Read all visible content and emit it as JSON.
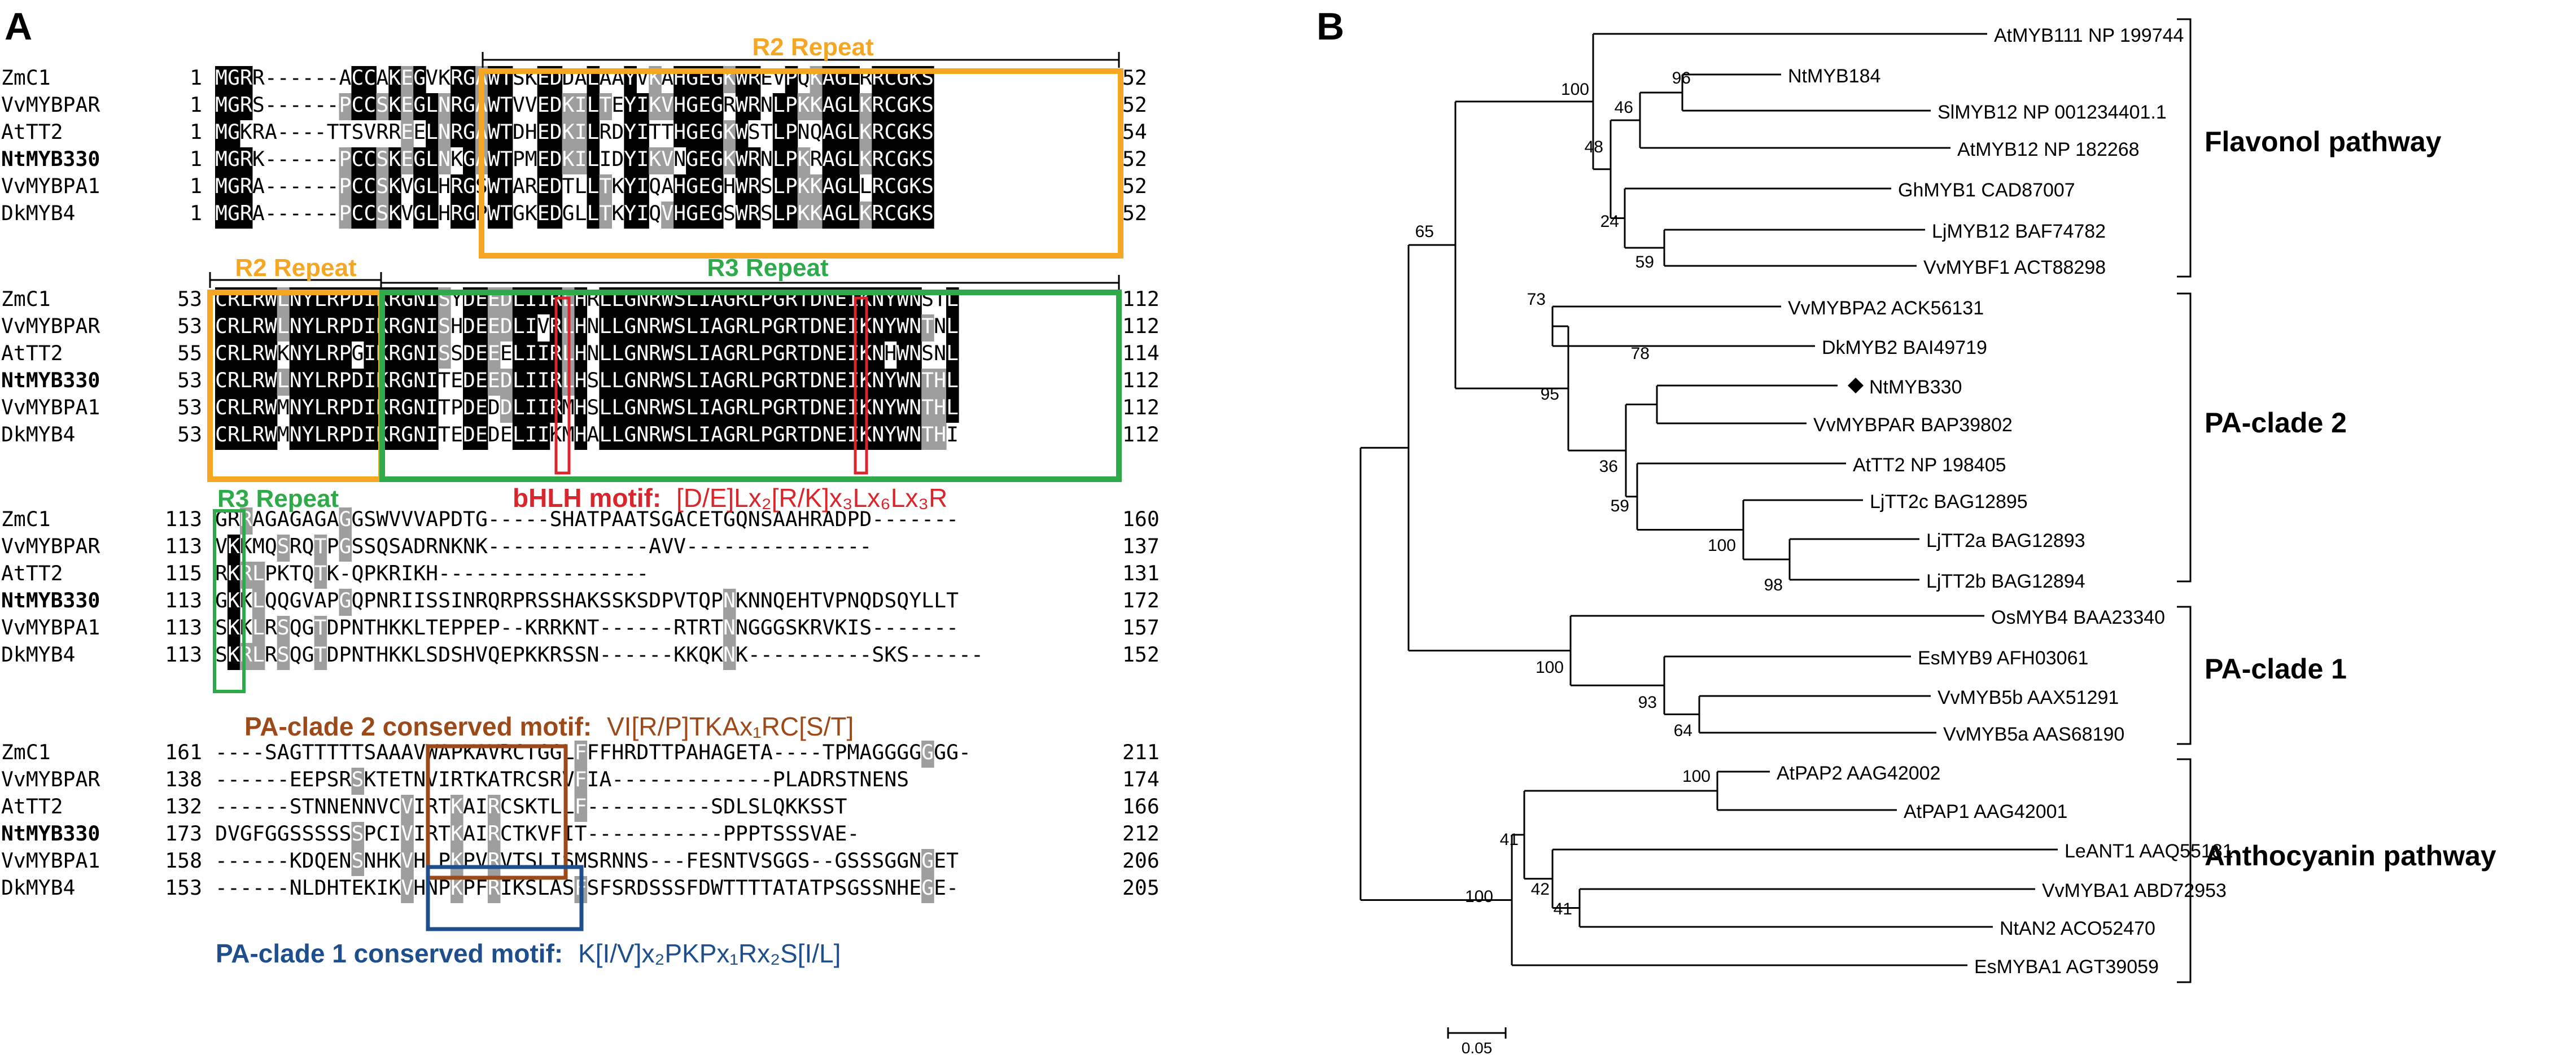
{
  "panelA": {
    "label": "A",
    "blocks": [
      {
        "start": 381,
        "rows": [
          {
            "name": "ZmC1",
            "bold": false,
            "n1": "1",
            "seq": "MGRR------ACCAKEGVKRGAWTSKEDDALAAYVKAHGEGKWREVPQKAGLRRCGKS",
            "n2": "52"
          },
          {
            "name": "VvMYBPAR",
            "bold": false,
            "n1": "1",
            "seq": "MGRS------PCCSKEGLNRGAWTVVEDKILTEYIKVHGEGRWRNLPKKAGLKRCGKS",
            "n2": "52"
          },
          {
            "name": "AtTT2",
            "bold": false,
            "n1": "1",
            "seq": "MGKRA----TTSVRREELNRGAWTDHEDKILRDYITTHGEGKWSTLPNQAGLKRCGKS",
            "n2": "54"
          },
          {
            "name": "NtMYB330",
            "bold": true,
            "n1": "1",
            "seq": "MGRK------PCCSKEGLNKGAWTPMEDKILIDYIKVNGEGKWRNLPKRAGLKRCGKS",
            "n2": "52"
          },
          {
            "name": "VvMYBPA1",
            "bold": false,
            "n1": "1",
            "seq": "MGRA------PCCSKVGLHRGSWTAREDTLLTKYIQAHGEGHWRSLPKKAGLLRCGKS",
            "n2": "52"
          },
          {
            "name": "DkMYB4",
            "bold": false,
            "n1": "1",
            "seq": "MGRA------PCCSKVGLHRGPWTGKEDGLLTKYIQVHGEGSWRSLPKKAGLKRCGKS",
            "n2": "52"
          }
        ]
      },
      {
        "start": 381,
        "rows": [
          {
            "name": "ZmC1",
            "bold": false,
            "n1": "53",
            "seq": "CRLRWLNYLRPDIKRGNISYDEEDLIIRLHRLLGNRWSLIAGRLPGRTDNEIKNYWNSTL",
            "n2": "112"
          },
          {
            "name": "VvMYBPAR",
            "bold": false,
            "n1": "53",
            "seq": "CRLRWLNYLRPDIKRGNISHDEEDLIVRLHNLLGNRWSLIAGRLPGRTDNEIKNYWNTNL",
            "n2": "112"
          },
          {
            "name": "AtTT2",
            "bold": false,
            "n1": "55",
            "seq": "CRLRWKNYLRPGIKRGNISSDEEELIIRLHNLLGNRWSLIAGRLPGRTDNEIKNHWNSNL",
            "n2": "114"
          },
          {
            "name": "NtMYB330",
            "bold": true,
            "n1": "53",
            "seq": "CRLRWLNYLRPDIKRGNITEDEEDLIIRLHSLLGNRWSLIAGRLPGRTDNEIKNYWNTHL",
            "n2": "112"
          },
          {
            "name": "VvMYBPA1",
            "bold": false,
            "n1": "53",
            "seq": "CRLRWMNYLRPDIKRGNITPDEDDLIIRMHSLLGNRWSLIAGRLPGRTDNEIKNYWNTHL",
            "n2": "112"
          },
          {
            "name": "DkMYB4",
            "bold": false,
            "n1": "53",
            "seq": "CRLRWMNYLRPDIKRGNITEDEDELIIKMHALLGNRWSLIAGRLPGRTDNEIKNYWNTHI",
            "n2": "112"
          }
        ]
      },
      {
        "start": 381,
        "rows": [
          {
            "name": "ZmC1",
            "bold": false,
            "n1": "113",
            "seq": "GRRAGAGAGAGGSWVVVAPDTG-----SHATPAATSGACETGQNSAAHRADPD-------",
            "n2": "160"
          },
          {
            "name": "VvMYBPAR",
            "bold": false,
            "n1": "113",
            "seq": "VKKMQSRQTPGSSQSADRNKNK-------------AVV---------------",
            "n2": "137"
          },
          {
            "name": "AtTT2",
            "bold": false,
            "n1": "115",
            "seq": "RKRLPKTQTK-QPKRIKH-----------------",
            "n2": "131"
          },
          {
            "name": "NtMYB330",
            "bold": true,
            "n1": "113",
            "seq": "GKKLQQGVAPGQPNRIISSINRQRPRSSHAKSSKSDPVTQPNKNNQEHTVPNQDSQYLLT",
            "n2": "172"
          },
          {
            "name": "VvMYBPA1",
            "bold": false,
            "n1": "113",
            "seq": "SKKLRSQGTDPNTHKKLTEPPEP--KRRKNT------RTRTNNGGGSKRVKIS-------",
            "n2": "157"
          },
          {
            "name": "DkMYB4",
            "bold": false,
            "n1": "113",
            "seq": "SKRLRSQGTDPNTHKKLSDSHVQEPKKRSSN------KKQKNK----------SKS------",
            "n2": "152"
          }
        ]
      },
      {
        "start": 381,
        "rows": [
          {
            "name": "ZmC1",
            "bold": false,
            "n1": "161",
            "seq": "----SAGTTTTTSAAAVWAPKAVRCTGGLFFFHRDTTPAHAGETA----TPMAGGGGGGG-",
            "n2": "211"
          },
          {
            "name": "VvMYBPAR",
            "bold": false,
            "n1": "138",
            "seq": "------EEPSRSKTETNVIRTKATRCSRVFIA-------------PLADRSTNENS",
            "n2": "174"
          },
          {
            "name": "AtTT2",
            "bold": false,
            "n1": "132",
            "seq": "------STNNENNVCVIRTKAIRCSKTLLF----------SDLSLQKKSST",
            "n2": "166"
          },
          {
            "name": "NtMYB330",
            "bold": true,
            "n1": "173",
            "seq": "DVGFGGSSSSSSPCIVIRTKAIRCTKVFIT-----------PPPTSSSVAE-",
            "n2": "212"
          },
          {
            "name": "VvMYBPA1",
            "bold": false,
            "n1": "158",
            "seq": "------KDQENSNHKVHLPKPVRVTSLISMSRNNS---FESNTVSGGS--GSSSGGNGET",
            "n2": "206"
          },
          {
            "name": "DkMYB4",
            "bold": false,
            "n1": "153",
            "seq": "------NLDHTEKIKVHNPKPFRIKSLASFSFSRDSSSFDWTTTTATATPSGSSNHEGE-",
            "n2": "205"
          }
        ]
      }
    ],
    "annotations": {
      "r2_repeat_1": "R2 Repeat",
      "r2_repeat_2": "R2 Repeat",
      "r3_repeat_1": "R3 Repeat",
      "r3_repeat_2": "R3 Repeat",
      "bhlh_label": "bHLH motif:",
      "bhlh_motif": "[D/E]Lx₂[R/K]x₃Lx₆Lx₃R",
      "pa2_label": "PA-clade 2 conserved motif:",
      "pa2_motif": "VI[R/P]TKAx₁RC[S/T]",
      "pa1_label": "PA-clade 1 conserved motif:",
      "pa1_motif": "K[I/V]x₂PKPx₁Rx₂S[I/L]"
    },
    "colors": {
      "r2": "#F5A623",
      "r3": "#2EAA4A",
      "bhlh": "#D9262C",
      "pa2": "#9C4A1A",
      "pa1": "#1F4E8C",
      "black_shade": "#000000",
      "grey_shade": "#9E9E9E"
    }
  },
  "panelB": {
    "label": "B",
    "scale_label": "0.05",
    "leaves": [
      {
        "id": "AtMYB111",
        "label": "AtMYB111 NP 199744"
      },
      {
        "id": "NtMYB184",
        "label": "NtMYB184"
      },
      {
        "id": "SlMYB12",
        "label": "SlMYB12 NP 001234401.1"
      },
      {
        "id": "AtMYB12",
        "label": "AtMYB12 NP 182268"
      },
      {
        "id": "GhMYB1",
        "label": "GhMYB1 CAD87007"
      },
      {
        "id": "LjMYB12",
        "label": "LjMYB12 BAF74782"
      },
      {
        "id": "VvMYBF1",
        "label": "VvMYBF1 ACT88298"
      },
      {
        "id": "VvMYBPA2",
        "label": "VvMYBPA2 ACK56131"
      },
      {
        "id": "DkMYB2",
        "label": "DkMYB2 BAI49719"
      },
      {
        "id": "NtMYB330",
        "label": "NtMYB330"
      },
      {
        "id": "VvMYBPAR",
        "label": "VvMYBPAR BAP39802"
      },
      {
        "id": "AtTT2",
        "label": "AtTT2 NP 198405"
      },
      {
        "id": "LjTT2c",
        "label": "LjTT2c BAG12895"
      },
      {
        "id": "LjTT2a",
        "label": "LjTT2a BAG12893"
      },
      {
        "id": "LjTT2b",
        "label": "LjTT2b BAG12894"
      },
      {
        "id": "OsMYB4",
        "label": "OsMYB4 BAA23340"
      },
      {
        "id": "EsMYB9",
        "label": "EsMYB9 AFH03061"
      },
      {
        "id": "VvMYB5b",
        "label": "VvMYB5b AAX51291"
      },
      {
        "id": "VvMYB5a",
        "label": "VvMYB5a AAS68190"
      },
      {
        "id": "AtPAP2",
        "label": "AtPAP2 AAG42002"
      },
      {
        "id": "AtPAP1",
        "label": "AtPAP1 AAG42001"
      },
      {
        "id": "LeANT1",
        "label": "LeANT1 AAQ55181"
      },
      {
        "id": "VvMYBA1",
        "label": "VvMYBA1 ABD72953"
      },
      {
        "id": "NtAN2",
        "label": "NtAN2 ACO52470"
      },
      {
        "id": "EsMYBA1",
        "label": "EsMYBA1 AGT39059"
      }
    ],
    "bootstrap": [
      "100",
      "96",
      "46",
      "48",
      "24",
      "59",
      "65",
      "73",
      "95",
      "78",
      "36",
      "59",
      "100",
      "98",
      "100",
      "93",
      "64",
      "100",
      "41",
      "42",
      "41",
      "100"
    ],
    "clades": [
      {
        "id": "flavonol",
        "label": "Flavonol pathway"
      },
      {
        "id": "pa2",
        "label": "PA-clade 2"
      },
      {
        "id": "pa1",
        "label": "PA-clade 1"
      },
      {
        "id": "antho",
        "label": "Anthocyanin pathway"
      }
    ]
  }
}
